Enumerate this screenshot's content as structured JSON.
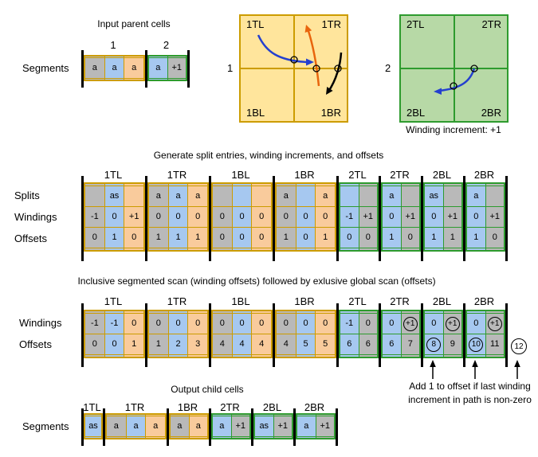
{
  "palette": {
    "gray": "#b9b9b9",
    "blue": "#a6c8f0",
    "orange": "#f9cb9c",
    "gold": "#cc9c00",
    "green": "#2e9b2e",
    "yellow_fill": "#ffe59c",
    "green_fill": "#b7d9a6",
    "arrow_blue": "#2440cf",
    "arrow_orange": "#e8650d",
    "arrow_black": "#000000"
  },
  "input_section": {
    "title": "Input parent cells",
    "row_label": "Segments",
    "groups": [
      {
        "label": "1",
        "border": "gold",
        "rows": [
          [
            {
              "t": "a",
              "f": "gray"
            },
            {
              "t": "a",
              "f": "blue"
            },
            {
              "t": "a",
              "f": "orange"
            }
          ]
        ]
      },
      {
        "label": "2",
        "border": "green",
        "rows": [
          [
            {
              "t": "a",
              "f": "blue"
            },
            {
              "t": "+1",
              "f": "gray"
            }
          ]
        ]
      }
    ]
  },
  "cell1_diagram": {
    "quadrants": [
      "1TL",
      "1TR",
      "1BL",
      "1BR"
    ],
    "axis_label": "1"
  },
  "cell2_diagram": {
    "quadrants": [
      "2TL",
      "2TR",
      "2BL",
      "2BR"
    ],
    "axis_label": "2",
    "caption": "Winding increment: +1"
  },
  "split_section": {
    "title": "Generate split entries, winding increments, and offsets",
    "row_labels": [
      "Splits",
      "Windings",
      "Offsets"
    ],
    "groups": [
      {
        "label": "1TL",
        "border": "gold",
        "rows": [
          [
            {
              "t": "",
              "f": "gray"
            },
            {
              "t": "as",
              "f": "blue"
            },
            {
              "t": "",
              "f": "orange"
            }
          ],
          [
            {
              "t": "-1",
              "f": "gray"
            },
            {
              "t": "0",
              "f": "blue"
            },
            {
              "t": "+1",
              "f": "orange"
            }
          ],
          [
            {
              "t": "0",
              "f": "gray"
            },
            {
              "t": "1",
              "f": "blue"
            },
            {
              "t": "0",
              "f": "orange"
            }
          ]
        ]
      },
      {
        "label": "1TR",
        "border": "gold",
        "rows": [
          [
            {
              "t": "a",
              "f": "gray"
            },
            {
              "t": "a",
              "f": "blue"
            },
            {
              "t": "a",
              "f": "orange"
            }
          ],
          [
            {
              "t": "0",
              "f": "gray"
            },
            {
              "t": "0",
              "f": "blue"
            },
            {
              "t": "0",
              "f": "orange"
            }
          ],
          [
            {
              "t": "1",
              "f": "gray"
            },
            {
              "t": "1",
              "f": "blue"
            },
            {
              "t": "1",
              "f": "orange"
            }
          ]
        ]
      },
      {
        "label": "1BL",
        "border": "gold",
        "rows": [
          [
            {
              "t": "",
              "f": "gray"
            },
            {
              "t": "",
              "f": "blue"
            },
            {
              "t": "",
              "f": "orange"
            }
          ],
          [
            {
              "t": "0",
              "f": "gray"
            },
            {
              "t": "0",
              "f": "blue"
            },
            {
              "t": "0",
              "f": "orange"
            }
          ],
          [
            {
              "t": "0",
              "f": "gray"
            },
            {
              "t": "0",
              "f": "blue"
            },
            {
              "t": "0",
              "f": "orange"
            }
          ]
        ]
      },
      {
        "label": "1BR",
        "border": "gold",
        "rows": [
          [
            {
              "t": "a",
              "f": "gray"
            },
            {
              "t": "",
              "f": "blue"
            },
            {
              "t": "a",
              "f": "orange"
            }
          ],
          [
            {
              "t": "0",
              "f": "gray"
            },
            {
              "t": "0",
              "f": "blue"
            },
            {
              "t": "0",
              "f": "orange"
            }
          ],
          [
            {
              "t": "1",
              "f": "gray"
            },
            {
              "t": "0",
              "f": "blue"
            },
            {
              "t": "1",
              "f": "orange"
            }
          ]
        ]
      },
      {
        "label": "2TL",
        "border": "green",
        "rows": [
          [
            {
              "t": "",
              "f": "blue"
            },
            {
              "t": "",
              "f": "gray"
            }
          ],
          [
            {
              "t": "-1",
              "f": "blue"
            },
            {
              "t": "+1",
              "f": "gray"
            }
          ],
          [
            {
              "t": "0",
              "f": "blue"
            },
            {
              "t": "0",
              "f": "gray"
            }
          ]
        ]
      },
      {
        "label": "2TR",
        "border": "green",
        "rows": [
          [
            {
              "t": "a",
              "f": "blue"
            },
            {
              "t": "",
              "f": "gray"
            }
          ],
          [
            {
              "t": "0",
              "f": "blue"
            },
            {
              "t": "+1",
              "f": "gray"
            }
          ],
          [
            {
              "t": "1",
              "f": "blue"
            },
            {
              "t": "0",
              "f": "gray"
            }
          ]
        ]
      },
      {
        "label": "2BL",
        "border": "green",
        "rows": [
          [
            {
              "t": "as",
              "f": "blue"
            },
            {
              "t": "",
              "f": "gray"
            }
          ],
          [
            {
              "t": "0",
              "f": "blue"
            },
            {
              "t": "+1",
              "f": "gray"
            }
          ],
          [
            {
              "t": "1",
              "f": "blue"
            },
            {
              "t": "1",
              "f": "gray"
            }
          ]
        ]
      },
      {
        "label": "2BR",
        "border": "green",
        "rows": [
          [
            {
              "t": "a",
              "f": "blue"
            },
            {
              "t": "",
              "f": "gray"
            }
          ],
          [
            {
              "t": "0",
              "f": "blue"
            },
            {
              "t": "+1",
              "f": "gray"
            }
          ],
          [
            {
              "t": "1",
              "f": "blue"
            },
            {
              "t": "0",
              "f": "gray"
            }
          ]
        ]
      }
    ]
  },
  "scan_section": {
    "title": "Inclusive segmented scan (winding offsets) followed by exlusive global scan (offsets)",
    "row_labels": [
      "Windings",
      "Offsets"
    ],
    "groups": [
      {
        "label": "1TL",
        "border": "gold",
        "rows": [
          [
            {
              "t": "-1",
              "f": "gray"
            },
            {
              "t": "-1",
              "f": "blue"
            },
            {
              "t": "0",
              "f": "orange"
            }
          ],
          [
            {
              "t": "0",
              "f": "gray"
            },
            {
              "t": "0",
              "f": "blue"
            },
            {
              "t": "1",
              "f": "orange"
            }
          ]
        ]
      },
      {
        "label": "1TR",
        "border": "gold",
        "rows": [
          [
            {
              "t": "0",
              "f": "gray"
            },
            {
              "t": "0",
              "f": "blue"
            },
            {
              "t": "0",
              "f": "orange"
            }
          ],
          [
            {
              "t": "1",
              "f": "gray"
            },
            {
              "t": "2",
              "f": "blue"
            },
            {
              "t": "3",
              "f": "orange"
            }
          ]
        ]
      },
      {
        "label": "1BL",
        "border": "gold",
        "rows": [
          [
            {
              "t": "0",
              "f": "gray"
            },
            {
              "t": "0",
              "f": "blue"
            },
            {
              "t": "0",
              "f": "orange"
            }
          ],
          [
            {
              "t": "4",
              "f": "gray"
            },
            {
              "t": "4",
              "f": "blue"
            },
            {
              "t": "4",
              "f": "orange"
            }
          ]
        ]
      },
      {
        "label": "1BR",
        "border": "gold",
        "rows": [
          [
            {
              "t": "0",
              "f": "gray"
            },
            {
              "t": "0",
              "f": "blue"
            },
            {
              "t": "0",
              "f": "orange"
            }
          ],
          [
            {
              "t": "4",
              "f": "gray"
            },
            {
              "t": "5",
              "f": "blue"
            },
            {
              "t": "5",
              "f": "orange"
            }
          ]
        ]
      },
      {
        "label": "2TL",
        "border": "green",
        "rows": [
          [
            {
              "t": "-1",
              "f": "blue"
            },
            {
              "t": "0",
              "f": "gray"
            }
          ],
          [
            {
              "t": "6",
              "f": "blue"
            },
            {
              "t": "6",
              "f": "gray"
            }
          ]
        ]
      },
      {
        "label": "2TR",
        "border": "green",
        "rows": [
          [
            {
              "t": "0",
              "f": "blue"
            },
            {
              "t": "+1",
              "f": "gray",
              "c": true
            }
          ],
          [
            {
              "t": "6",
              "f": "blue"
            },
            {
              "t": "7",
              "f": "gray"
            }
          ]
        ]
      },
      {
        "label": "2BL",
        "border": "green",
        "rows": [
          [
            {
              "t": "0",
              "f": "blue"
            },
            {
              "t": "+1",
              "f": "gray",
              "c": true
            }
          ],
          [
            {
              "t": "8",
              "f": "blue",
              "c": true
            },
            {
              "t": "9",
              "f": "gray"
            }
          ]
        ]
      },
      {
        "label": "2BR",
        "border": "green",
        "rows": [
          [
            {
              "t": "0",
              "f": "blue"
            },
            {
              "t": "+1",
              "f": "gray",
              "c": true
            }
          ],
          [
            {
              "t": "10",
              "f": "blue",
              "c": true
            },
            {
              "t": "11",
              "f": "gray"
            }
          ]
        ]
      }
    ],
    "overflow_offset": "12",
    "annotation": {
      "line1": "Add 1 to offset if last winding",
      "line2": "increment in path is non-zero"
    }
  },
  "output_section": {
    "title": "Output child cells",
    "row_label": "Segments",
    "groups": [
      {
        "label": "1TL",
        "border": "gold",
        "rows": [
          [
            {
              "t": "as",
              "f": "blue"
            }
          ]
        ]
      },
      {
        "label": "1TR",
        "border": "gold",
        "rows": [
          [
            {
              "t": "a",
              "f": "gray"
            },
            {
              "t": "a",
              "f": "blue"
            },
            {
              "t": "a",
              "f": "orange"
            }
          ]
        ]
      },
      {
        "label": "1BR",
        "border": "gold",
        "rows": [
          [
            {
              "t": "a",
              "f": "gray"
            },
            {
              "t": "a",
              "f": "orange"
            }
          ]
        ]
      },
      {
        "label": "2TR",
        "border": "green",
        "rows": [
          [
            {
              "t": "a",
              "f": "blue"
            },
            {
              "t": "+1",
              "f": "gray"
            }
          ]
        ]
      },
      {
        "label": "2BL",
        "border": "green",
        "rows": [
          [
            {
              "t": "as",
              "f": "blue"
            },
            {
              "t": "+1",
              "f": "gray"
            }
          ]
        ]
      },
      {
        "label": "2BR",
        "border": "green",
        "rows": [
          [
            {
              "t": "a",
              "f": "blue"
            },
            {
              "t": "+1",
              "f": "gray"
            }
          ]
        ]
      }
    ]
  }
}
